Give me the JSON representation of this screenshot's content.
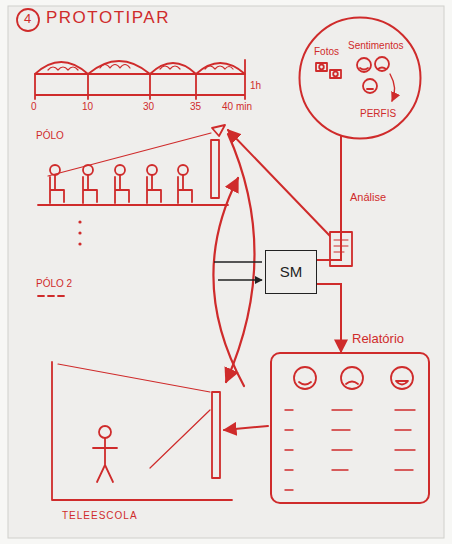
{
  "diagram": {
    "title": "PROTOTIPAR",
    "nodes": [
      {
        "text": [
          "Fotos",
          "Sentimentos",
          "PERFIS"
        ]
      },
      {
        "text": [
          "SM"
        ]
      },
      {
        "text": [
          "Relatório"
        ]
      }
    ],
    "edges": [
      {
        "from": 1,
        "to": 0,
        "arrow": "none",
        "label": "Análise"
      },
      {
        "from": 1,
        "to": 2,
        "arrow": "to"
      }
    ],
    "labels": [
      "4",
      "1h",
      "0",
      "10",
      "30",
      "35",
      "40 min",
      "PÓLO",
      "PÓLO 2",
      "TELEESCOLA"
    ]
  }
}
